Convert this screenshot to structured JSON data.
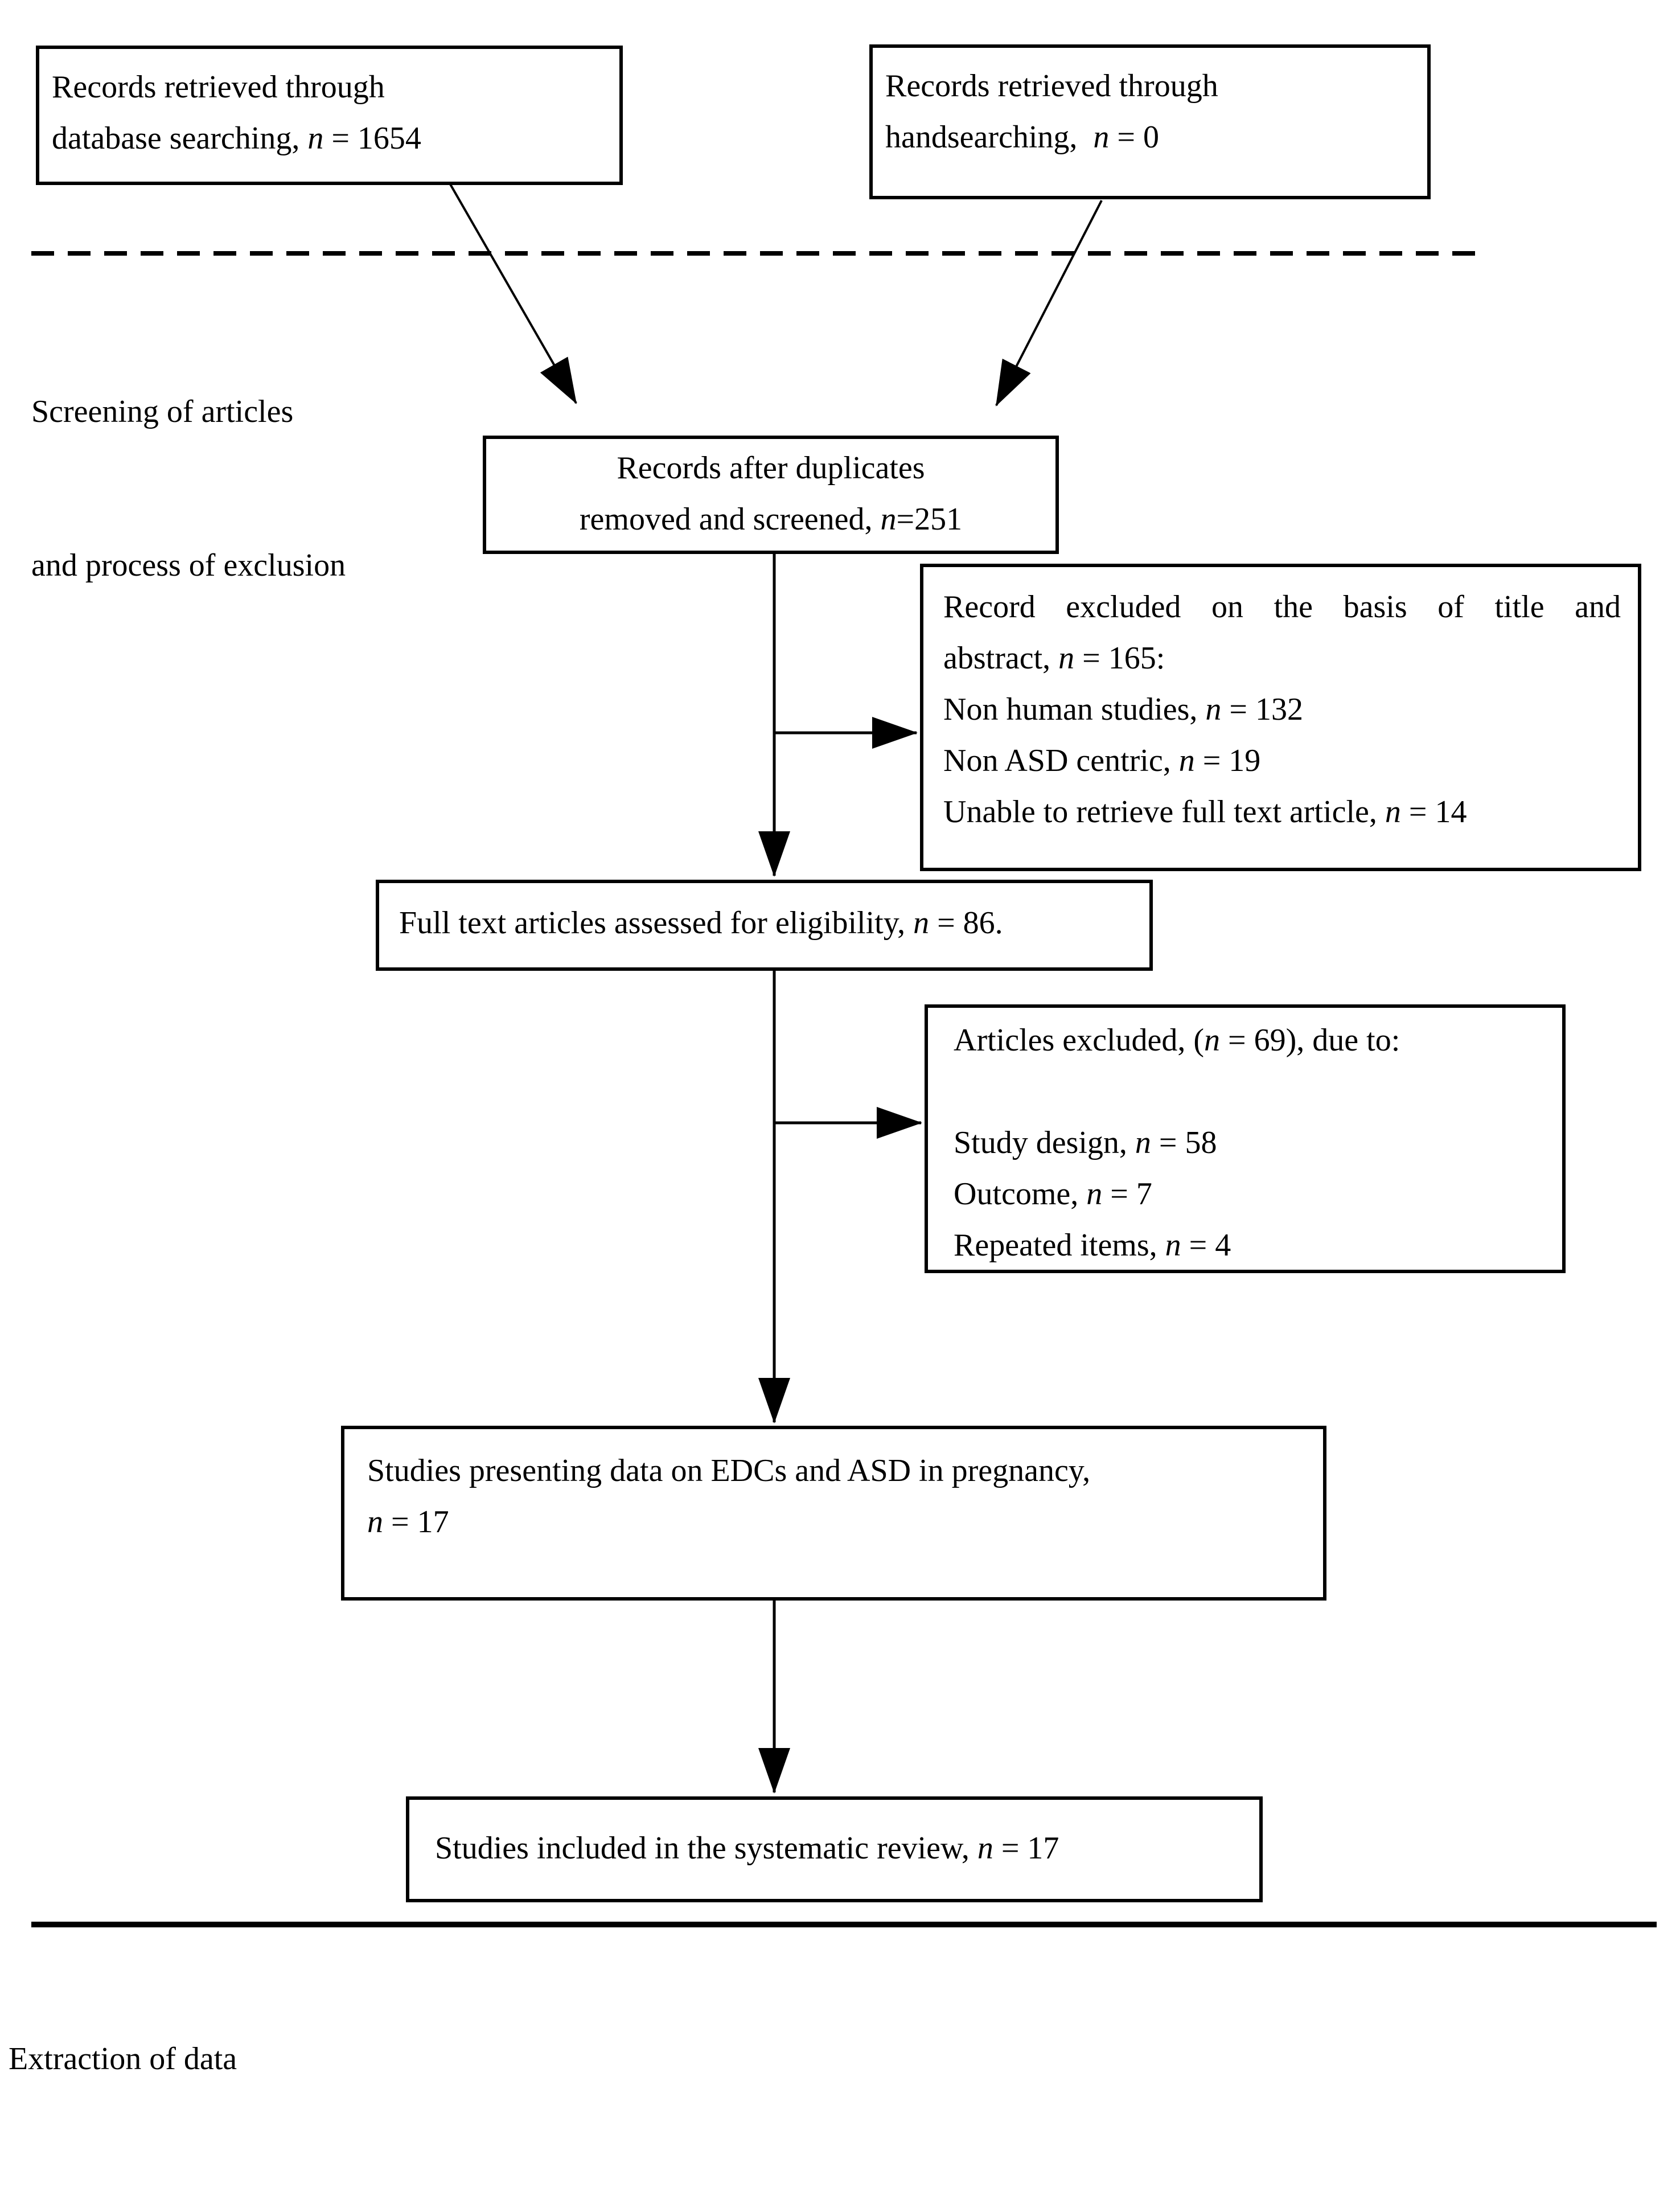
{
  "figure": {
    "sections": {
      "screening_label": {
        "lines": [
          "Screening of articles",
          "and process of exclusion"
        ]
      },
      "extraction_label": "Extraction of data"
    },
    "boxes": {
      "database_search": {
        "lines": [
          "Records retrieved through",
          "database searching, n = 1654"
        ]
      },
      "hand_search": {
        "lines": [
          "Records retrieved through",
          "handsearching,  n = 0"
        ]
      },
      "deduplicated_screened": {
        "lines": [
          "Records after duplicates",
          "removed and screened, n=251"
        ]
      },
      "excluded_title_abstract": {
        "lines": [
          "Record excluded on the basis of title and",
          "abstract, n = 165:",
          "Non human studies, n = 132",
          "Non ASD centric, n = 19",
          "Unable to retrieve full text article, n = 14"
        ]
      },
      "full_text_assessed": {
        "lines": [
          "Full text articles assessed for eligibility, n = 86."
        ]
      },
      "articles_excluded": {
        "lines": [
          "Articles excluded, (n = 69), due to:",
          "",
          "Study design, n = 58",
          "Outcome, n = 7",
          "Repeated items, n = 4"
        ]
      },
      "edc_asd_pregnancy": {
        "lines": [
          "Studies presenting data on EDCs and ASD in pregnancy,",
          "n = 17"
        ]
      },
      "included_systematic_review": {
        "lines": [
          "Studies included in the systematic review, n = 17"
        ]
      }
    },
    "counts": {
      "database_searching": 1654,
      "handsearching": 0,
      "after_duplicates_screened": 251,
      "excluded_title_abstract": 165,
      "non_human_studies": 132,
      "non_asd_centric": 19,
      "unable_full_text": 14,
      "full_text_assessed": 86,
      "articles_excluded": 69,
      "study_design": 58,
      "outcome": 7,
      "repeated_items": 4,
      "edc_asd_pregnancy": 17,
      "included_review": 17
    },
    "colors": {
      "ink": "#000000",
      "background": "#ffffff"
    }
  }
}
